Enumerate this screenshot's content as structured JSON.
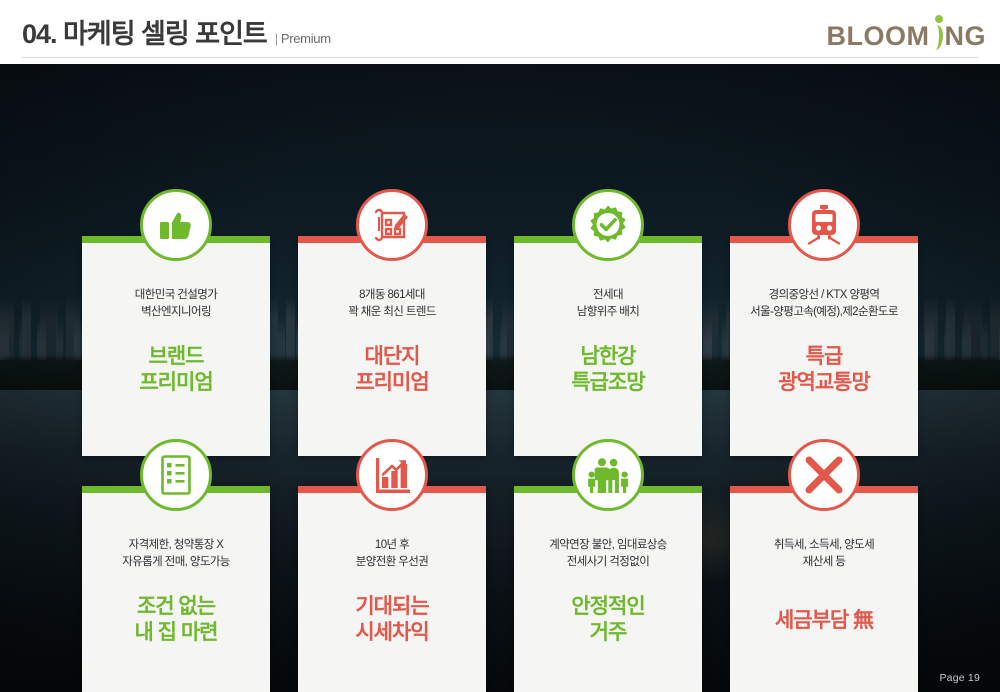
{
  "header": {
    "title": "04. 마케팅 셀링 포인트",
    "subtitle_bar": "|",
    "subtitle": "Premium",
    "logo_part1": "BLOOM",
    "logo_part2": "NG"
  },
  "theme": {
    "green": "#6eb92c",
    "coral": "#e3584b",
    "card_bg": "#f5f5f4",
    "desc_text": "#2f2f2f",
    "title_text": "#3a3a3a",
    "logo_text": "#8a7a63",
    "logo_accent": "#8cc63f"
  },
  "cards": [
    {
      "icon": "thumbs-up-icon",
      "color": "green",
      "desc_line1": "대한민국 건설명가",
      "desc_line2": "벽산엔지니어링",
      "head_line1": "브랜드",
      "head_line2": "프리미엄"
    },
    {
      "icon": "blueprint-icon",
      "color": "coral",
      "desc_line1": "8개동 861세대",
      "desc_line2": "꽉 채운 최신 트렌드",
      "head_line1": "대단지",
      "head_line2": "프리미엄"
    },
    {
      "icon": "check-seal-icon",
      "color": "green",
      "desc_line1": "전세대",
      "desc_line2": "남향위주 배치",
      "head_line1": "남한강",
      "head_line2": "특급조망"
    },
    {
      "icon": "train-icon",
      "color": "coral",
      "desc_line1": "경의중앙선 / KTX 양평역",
      "desc_line2": "서울-양평고속(예정),제2순환도로",
      "head_line1": "특급",
      "head_line2": "광역교통망"
    },
    {
      "icon": "checklist-icon",
      "color": "green",
      "desc_line1": "자격제한, 청약통장 X",
      "desc_line2": "자유롭게 전매, 양도가능",
      "head_line1": "조건 없는",
      "head_line2": "내 집 마련"
    },
    {
      "icon": "bar-chart-up-icon",
      "color": "coral",
      "desc_line1": "10년 후",
      "desc_line2": "분양전환 우선권",
      "head_line1": "기대되는",
      "head_line2": "시세차익"
    },
    {
      "icon": "family-icon",
      "color": "green",
      "desc_line1": "계약연장 불안, 임대료상승",
      "desc_line2": "전세사기 걱정없이",
      "head_line1": "안정적인",
      "head_line2": "거주"
    },
    {
      "icon": "x-mark-icon",
      "color": "coral",
      "desc_line1": "취득세, 소득세, 양도세",
      "desc_line2": "재산세 등",
      "head_line1": "세금부담 無",
      "head_line2": ""
    }
  ],
  "footer": {
    "page_label": "Page 19"
  }
}
